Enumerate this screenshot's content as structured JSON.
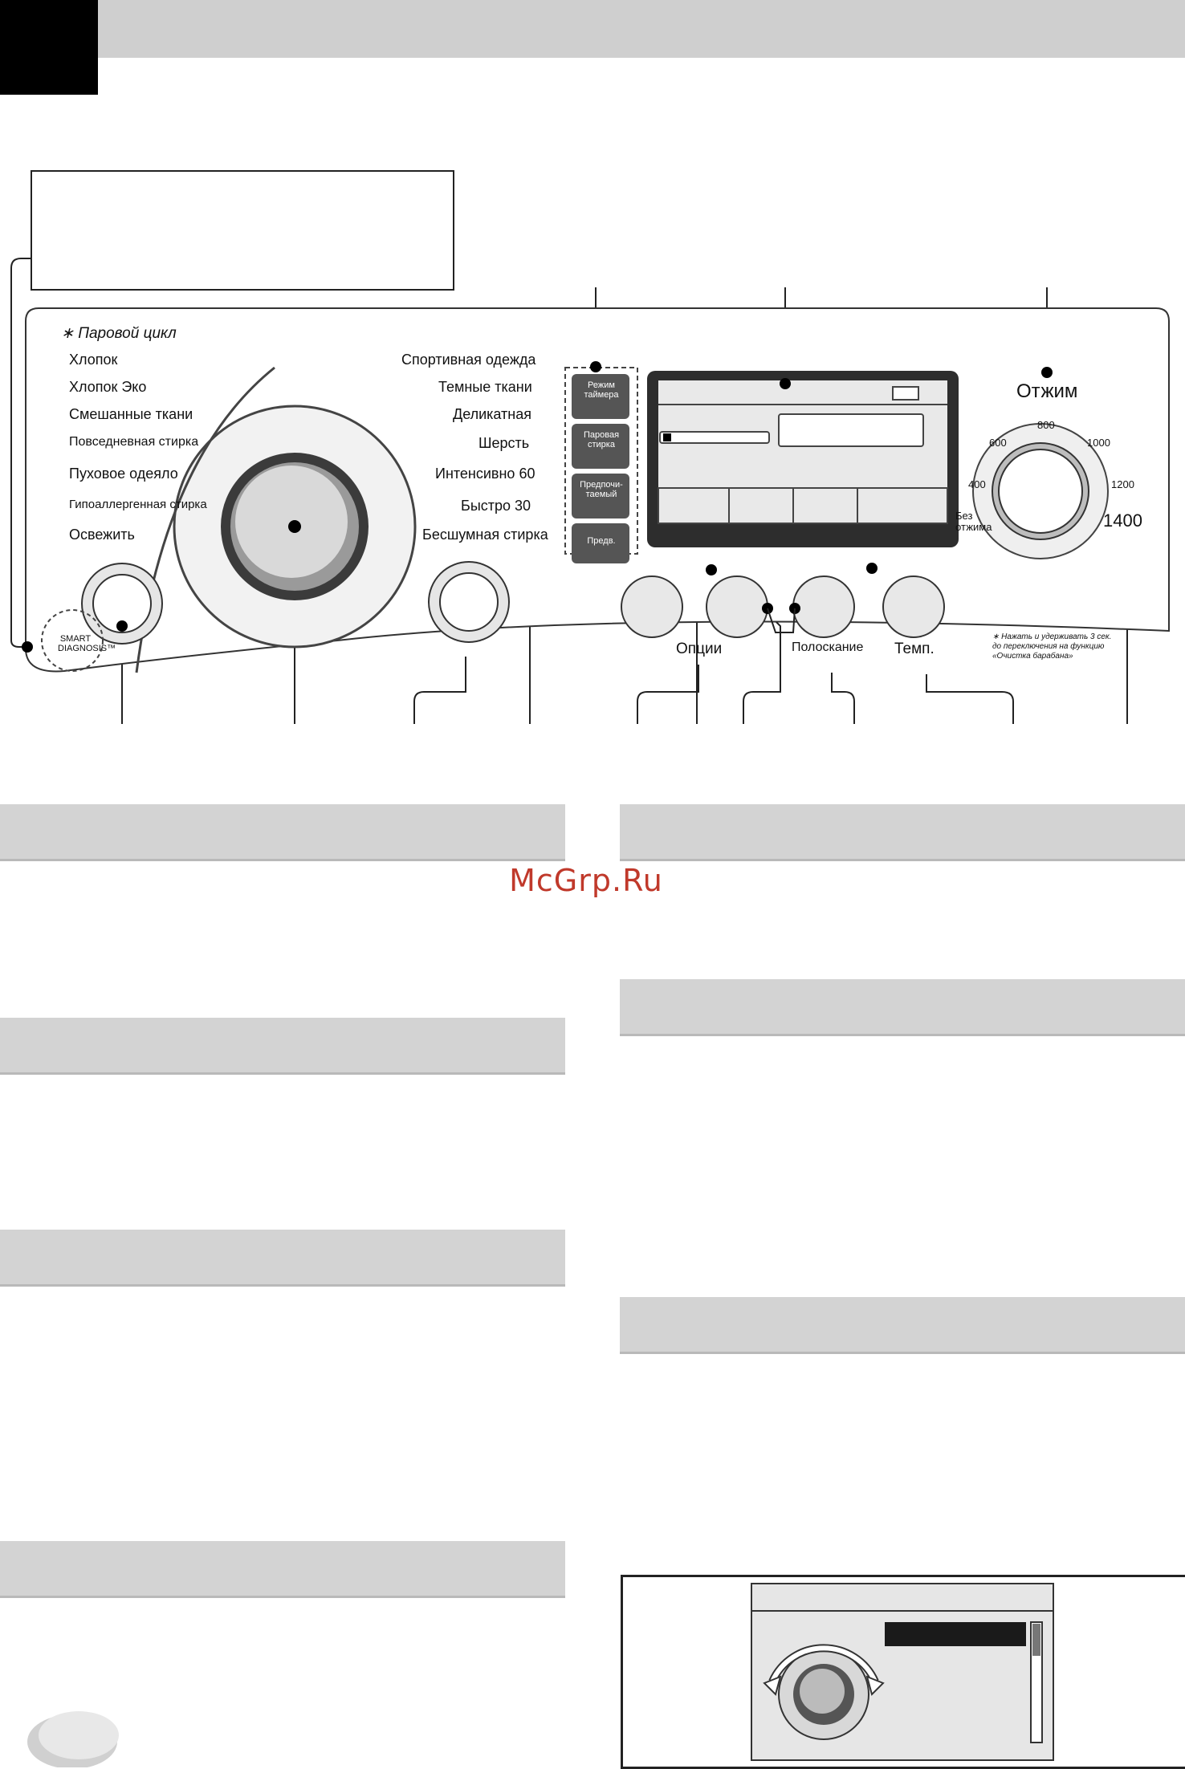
{
  "panel": {
    "steam_legend": "Паровой цикл",
    "programs_left": [
      "Хлопок",
      "Хлопок Эко",
      "Смешанные ткани",
      "Повседневная стирка",
      "Пуховое одеяло",
      "Гипоаллергенная стирка",
      "Освежить"
    ],
    "programs_right": [
      "Спортивная одежда",
      "Темные ткани",
      "Деликатная",
      "Шерсть",
      "Интенсивно 60",
      "Быстро 30",
      "Бесшумная стирка"
    ],
    "smart_diagnosis": [
      "SMART",
      "DIAGNOSIS™"
    ],
    "side_buttons": [
      "Режим таймера",
      "Паровая стирка",
      "Предпочи- таемый",
      "Предв."
    ],
    "spin_title": "Отжим",
    "spin_values": [
      "Без отжима",
      "400",
      "600",
      "800",
      "1000",
      "1200",
      "1400"
    ],
    "bottom_buttons": [
      "Опции",
      "Полоскание",
      "Темп."
    ],
    "note_line1": "∗ Нажать и удерживать 3 сек.",
    "note_line2": "до переключения на функцию",
    "note_line3": "«Очистка барабана»"
  },
  "watermark": "McGrp.Ru",
  "colors": {
    "header_gray": "#cfcfcf",
    "section_gray": "#d3d3d3",
    "watermark": "#c0392b"
  }
}
